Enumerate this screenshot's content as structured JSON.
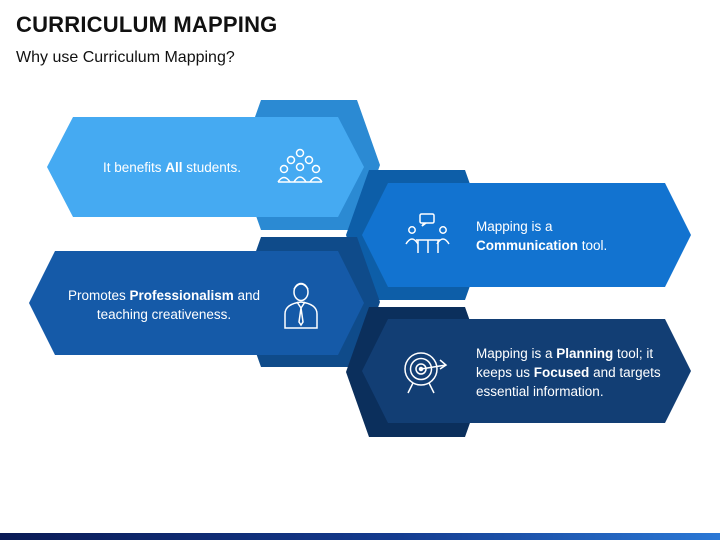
{
  "header": {
    "title": "CURRICULUM MAPPING",
    "subtitle": "Why use Curriculum Mapping?"
  },
  "items": [
    {
      "text_before": "It benefits ",
      "bold1": "All",
      "text_mid": " students.",
      "bold2": "",
      "text_after": "",
      "icon": "people-group-icon",
      "color": "#45aaf2"
    },
    {
      "text_before": "Mapping is a ",
      "bold1": "Communication",
      "text_mid": " tool.",
      "bold2": "",
      "text_after": "",
      "icon": "meeting-chat-icon",
      "color": "#1273d0"
    },
    {
      "text_before": "Promotes ",
      "bold1": "Professionalism",
      "text_mid": " and teaching creativeness.",
      "bold2": "",
      "text_after": "",
      "icon": "businessman-icon",
      "color": "#155aa8"
    },
    {
      "text_before": "Mapping is a ",
      "bold1": "Planning",
      "text_mid": " tool; it keeps us ",
      "bold2": "Focused",
      "text_after": " and targets essential information.",
      "icon": "target-icon",
      "color": "#123e74"
    }
  ],
  "colors": {
    "hex_accent_1": "#2b8ad3",
    "hex_accent_2": "#0d5ea8",
    "hex_accent_3": "#0f4b8a",
    "hex_accent_4": "#0b2f5c"
  }
}
